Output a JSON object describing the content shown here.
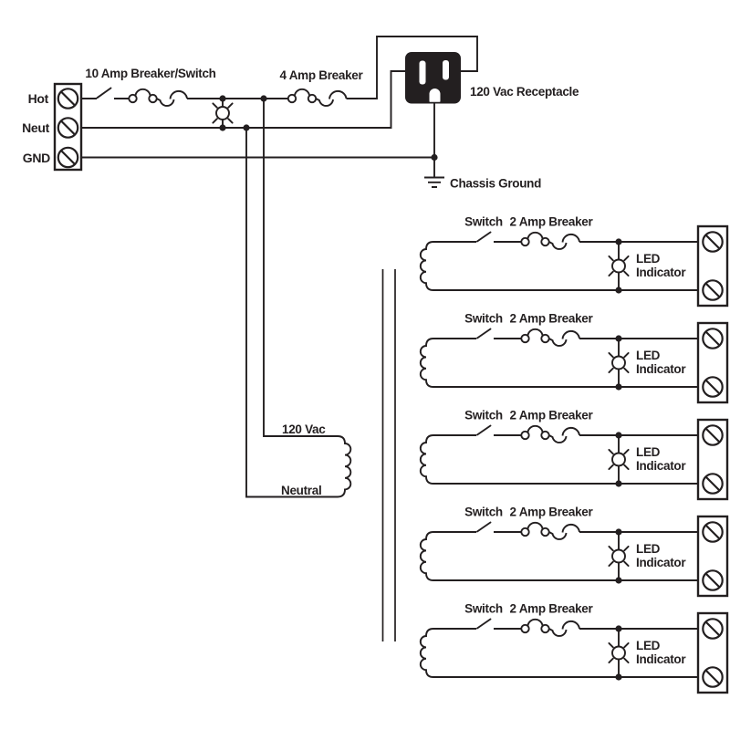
{
  "colors": {
    "ink": "#231f20",
    "paper": "#ffffff"
  },
  "input_block": {
    "hot_label": "Hot",
    "neutral_label": "Neut",
    "ground_label": "GND"
  },
  "labels": {
    "main_breaker": "10 Amp Breaker/Switch",
    "receptacle_breaker": "4 Amp Breaker",
    "receptacle": "120 Vac Receptacle",
    "chassis_ground": "Chassis Ground"
  },
  "transformer": {
    "primary_top": "120 Vac",
    "primary_bottom": "Neutral"
  },
  "secondary_rows": [
    {
      "switch": "Switch",
      "breaker": "2 Amp Breaker",
      "led_line1": "LED",
      "led_line2": "Indicator"
    },
    {
      "switch": "Switch",
      "breaker": "2 Amp Breaker",
      "led_line1": "LED",
      "led_line2": "Indicator"
    },
    {
      "switch": "Switch",
      "breaker": "2 Amp Breaker",
      "led_line1": "LED",
      "led_line2": "Indicator"
    },
    {
      "switch": "Switch",
      "breaker": "2 Amp Breaker",
      "led_line1": "LED",
      "led_line2": "Indicator"
    },
    {
      "switch": "Switch",
      "breaker": "2 Amp Breaker",
      "led_line1": "LED",
      "led_line2": "Indicator"
    }
  ]
}
